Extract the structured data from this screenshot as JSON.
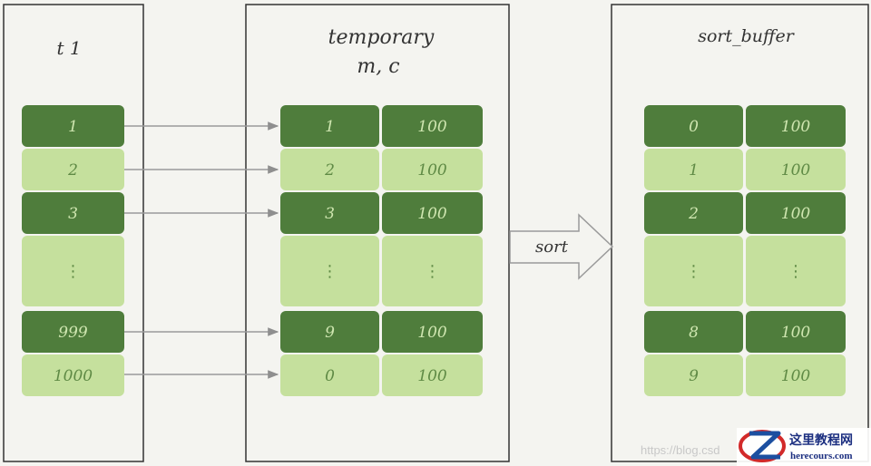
{
  "colors": {
    "dark_green": "#4f7d3c",
    "light_green": "#c5e09d",
    "dark_text": "#cfe6b0",
    "light_text": "#5f8a45",
    "arrow": "#9a9a9a",
    "panel_border": "#333333",
    "logo_red": "#d22a2a",
    "logo_blue": "#1c4fa0"
  },
  "t1": {
    "title": "t 1",
    "rows": [
      "1",
      "2",
      "3",
      "⋮",
      "999",
      "1000"
    ]
  },
  "temporary": {
    "title_line1": "temporary",
    "title_line2": "m, c",
    "rows": [
      [
        "1",
        "100"
      ],
      [
        "2",
        "100"
      ],
      [
        "3",
        "100"
      ],
      [
        "⋮",
        "⋮"
      ],
      [
        "9",
        "100"
      ],
      [
        "0",
        "100"
      ]
    ]
  },
  "sort_arrow": {
    "label": "sort"
  },
  "sort_buffer": {
    "title": "sort_buffer",
    "rows": [
      [
        "0",
        "100"
      ],
      [
        "1",
        "100"
      ],
      [
        "2",
        "100"
      ],
      [
        "⋮",
        "⋮"
      ],
      [
        "8",
        "100"
      ],
      [
        "9",
        "100"
      ]
    ]
  },
  "watermark": {
    "text": "https://blog.csd",
    "logo_cn": "这里教程网",
    "logo_en": "herecours.com"
  }
}
